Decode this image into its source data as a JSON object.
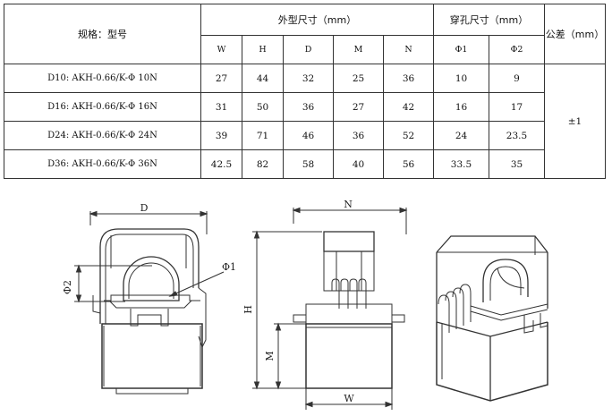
{
  "table": {
    "model_header": "规格：型号",
    "outer_size_header": "外型尺寸（mm）",
    "hole_size_header": "穿孔尺寸（mm）",
    "tolerance_header": "公差（mm）",
    "outer_cols": [
      "W",
      "H",
      "D",
      "M",
      "N"
    ],
    "hole_cols": [
      "Φ1",
      "Φ2"
    ],
    "tolerance_value": "±1",
    "rows": [
      {
        "model": "D10: AKH-0.66/K-Φ 10N",
        "W": "27",
        "H": "44",
        "D": "32",
        "M": "25",
        "N": "36",
        "p1": "10",
        "p2": "9"
      },
      {
        "model": "D16: AKH-0.66/K-Φ 16N",
        "W": "31",
        "H": "50",
        "D": "36",
        "M": "27",
        "N": "42",
        "p1": "16",
        "p2": "17"
      },
      {
        "model": "D24: AKH-0.66/K-Φ 24N",
        "W": "39",
        "H": "71",
        "D": "46",
        "M": "36",
        "N": "52",
        "p1": "24",
        "p2": "23.5"
      },
      {
        "model": "D36: AKH-0.66/K-Φ 36N",
        "W": "42.5",
        "H": "82",
        "D": "58",
        "M": "40",
        "N": "56",
        "p1": "33.5",
        "p2": "35"
      }
    ]
  },
  "drawing": {
    "label_d": "D",
    "label_n": "N",
    "label_h": "H",
    "label_m": "M",
    "label_w": "W",
    "label_phi1": "Φ1",
    "label_phi2": "Φ2"
  }
}
